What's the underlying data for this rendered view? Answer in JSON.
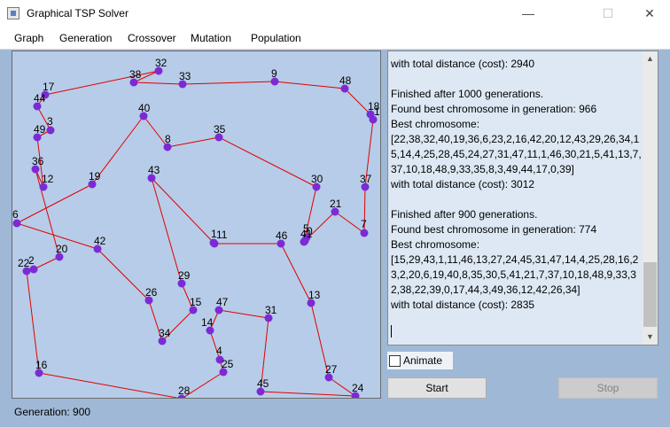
{
  "window": {
    "title": "Graphical TSP Solver",
    "minimize_glyph": "—",
    "maximize_glyph": "☐",
    "close_glyph": "✕"
  },
  "menu": [
    "Graph",
    "Generation",
    "Crossover",
    "Mutation",
    "Population"
  ],
  "colors": {
    "edge": "#e00000",
    "node": "#7b2ad6",
    "map_background": "#b7cce8",
    "window_background": "#9fb8d6"
  },
  "map": {
    "cities": [
      {
        "id": 0,
        "label": "0"
      },
      {
        "id": 1,
        "label": "1"
      },
      {
        "id": 2,
        "label": "2"
      },
      {
        "id": 3,
        "label": "3"
      },
      {
        "id": 4,
        "label": "4"
      },
      {
        "id": 5,
        "label": "5"
      },
      {
        "id": 6,
        "label": "6"
      },
      {
        "id": 7,
        "label": "7"
      },
      {
        "id": 8,
        "label": "8"
      },
      {
        "id": 9,
        "label": "9"
      },
      {
        "id": 10,
        "label": "10"
      },
      {
        "id": 11,
        "label": "11"
      },
      {
        "id": 12,
        "label": "12"
      },
      {
        "id": 13,
        "label": "13"
      },
      {
        "id": 14,
        "label": "14"
      },
      {
        "id": 15,
        "label": "15"
      },
      {
        "id": 16,
        "label": "16"
      },
      {
        "id": 17,
        "label": "17"
      },
      {
        "id": 18,
        "label": "18"
      },
      {
        "id": 19,
        "label": "19"
      },
      {
        "id": 20,
        "label": "20"
      },
      {
        "id": 21,
        "label": "21"
      },
      {
        "id": 22,
        "label": "22"
      },
      {
        "id": 24,
        "label": "24"
      },
      {
        "id": 25,
        "label": "25"
      },
      {
        "id": 26,
        "label": "26"
      },
      {
        "id": 27,
        "label": "27"
      },
      {
        "id": 28,
        "label": "28"
      },
      {
        "id": 29,
        "label": "29"
      },
      {
        "id": 30,
        "label": "30"
      },
      {
        "id": 31,
        "label": "31"
      },
      {
        "id": 32,
        "label": "32"
      },
      {
        "id": 33,
        "label": "33"
      },
      {
        "id": 34,
        "label": "34"
      },
      {
        "id": 35,
        "label": "35"
      },
      {
        "id": 36,
        "label": "36"
      },
      {
        "id": 37,
        "label": "37"
      },
      {
        "id": 38,
        "label": "38"
      },
      {
        "id": 40,
        "label": "40"
      },
      {
        "id": 41,
        "label": "41"
      },
      {
        "id": 42,
        "label": "42"
      },
      {
        "id": 43,
        "label": "43"
      },
      {
        "id": 44,
        "label": "44"
      },
      {
        "id": 45,
        "label": "45"
      },
      {
        "id": 46,
        "label": "46"
      },
      {
        "id": 47,
        "label": "47"
      },
      {
        "id": 48,
        "label": "48"
      },
      {
        "id": 49,
        "label": "49"
      }
    ],
    "tour": [
      33,
      9,
      48,
      18,
      10,
      37,
      7,
      21,
      0,
      5,
      41,
      30,
      35,
      8,
      40,
      19,
      6,
      42,
      26,
      34,
      15,
      29,
      43,
      1,
      11,
      46,
      13,
      27,
      24,
      45,
      31,
      47,
      14,
      4,
      25,
      28,
      16,
      22,
      2,
      20,
      36,
      12,
      49,
      3,
      44,
      17,
      32,
      38
    ]
  },
  "log": {
    "text": "with total distance (cost): 2940\n\nFinished after 1000 generations.\nFound best chromosome in generation: 966\nBest chromosome:\n[22,38,32,40,19,36,6,23,2,16,42,20,12,43,29,26,34,15,14,4,25,28,45,24,27,31,47,11,1,46,30,21,5,41,13,7,37,10,18,48,9,33,35,8,3,49,44,17,0,39]\nwith total distance (cost): 3012\n\nFinished after 900 generations.\nFound best chromosome in generation: 774\nBest chromosome:\n[15,29,43,1,11,46,13,27,24,45,31,47,14,4,25,28,16,23,2,20,6,19,40,8,35,30,5,41,21,7,37,10,18,48,9,33,32,38,22,39,0,17,44,3,49,36,12,42,26,34]\nwith total distance (cost): 2835"
  },
  "animate": {
    "label": "Animate",
    "checked": false
  },
  "buttons": {
    "start": "Start",
    "stop": "Stop"
  },
  "status": "Generation: 900"
}
